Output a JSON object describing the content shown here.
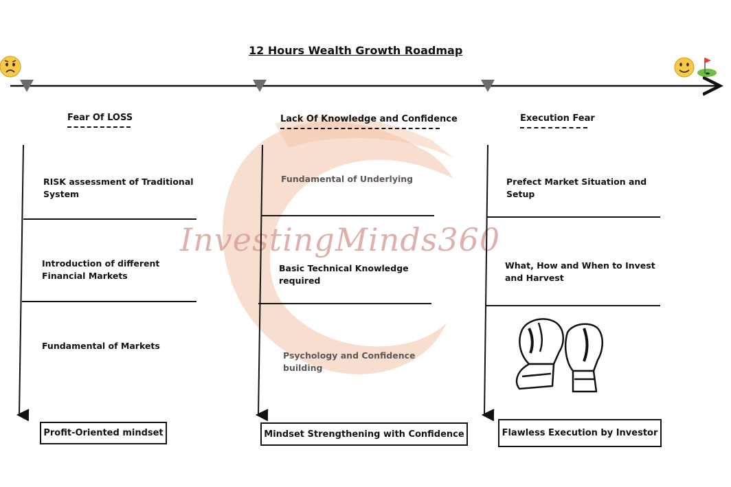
{
  "title": "12 Hours Wealth Growth Roadmap",
  "watermark": "InvestingMinds360",
  "icons": {
    "start": "worried-face-icon",
    "end": "smiling-face-icon",
    "goal": "golf-flag-icon",
    "gloves": "boxing-gloves-icon"
  },
  "colors": {
    "watermark": "#f0b28f",
    "line": "#111111",
    "marker": "#6b6b6b"
  },
  "columns": [
    {
      "heading": "Fear Of LOSS",
      "items": [
        "RISK assessment of Traditional System",
        "Introduction of different Financial Markets",
        "Fundamental of Markets"
      ],
      "outcome": "Profit-Oriented mindset"
    },
    {
      "heading": "Lack Of Knowledge and Confidence",
      "items": [
        "Fundamental of Underlying",
        "Basic Technical Knowledge required",
        "Psychology and Confidence building"
      ],
      "outcome": "Mindset Strengthening with Confidence"
    },
    {
      "heading": "Execution Fear",
      "items": [
        "Prefect Market Situation and Setup",
        "What, How and When to Invest and Harvest"
      ],
      "outcome": "Flawless Execution by Investor"
    }
  ]
}
